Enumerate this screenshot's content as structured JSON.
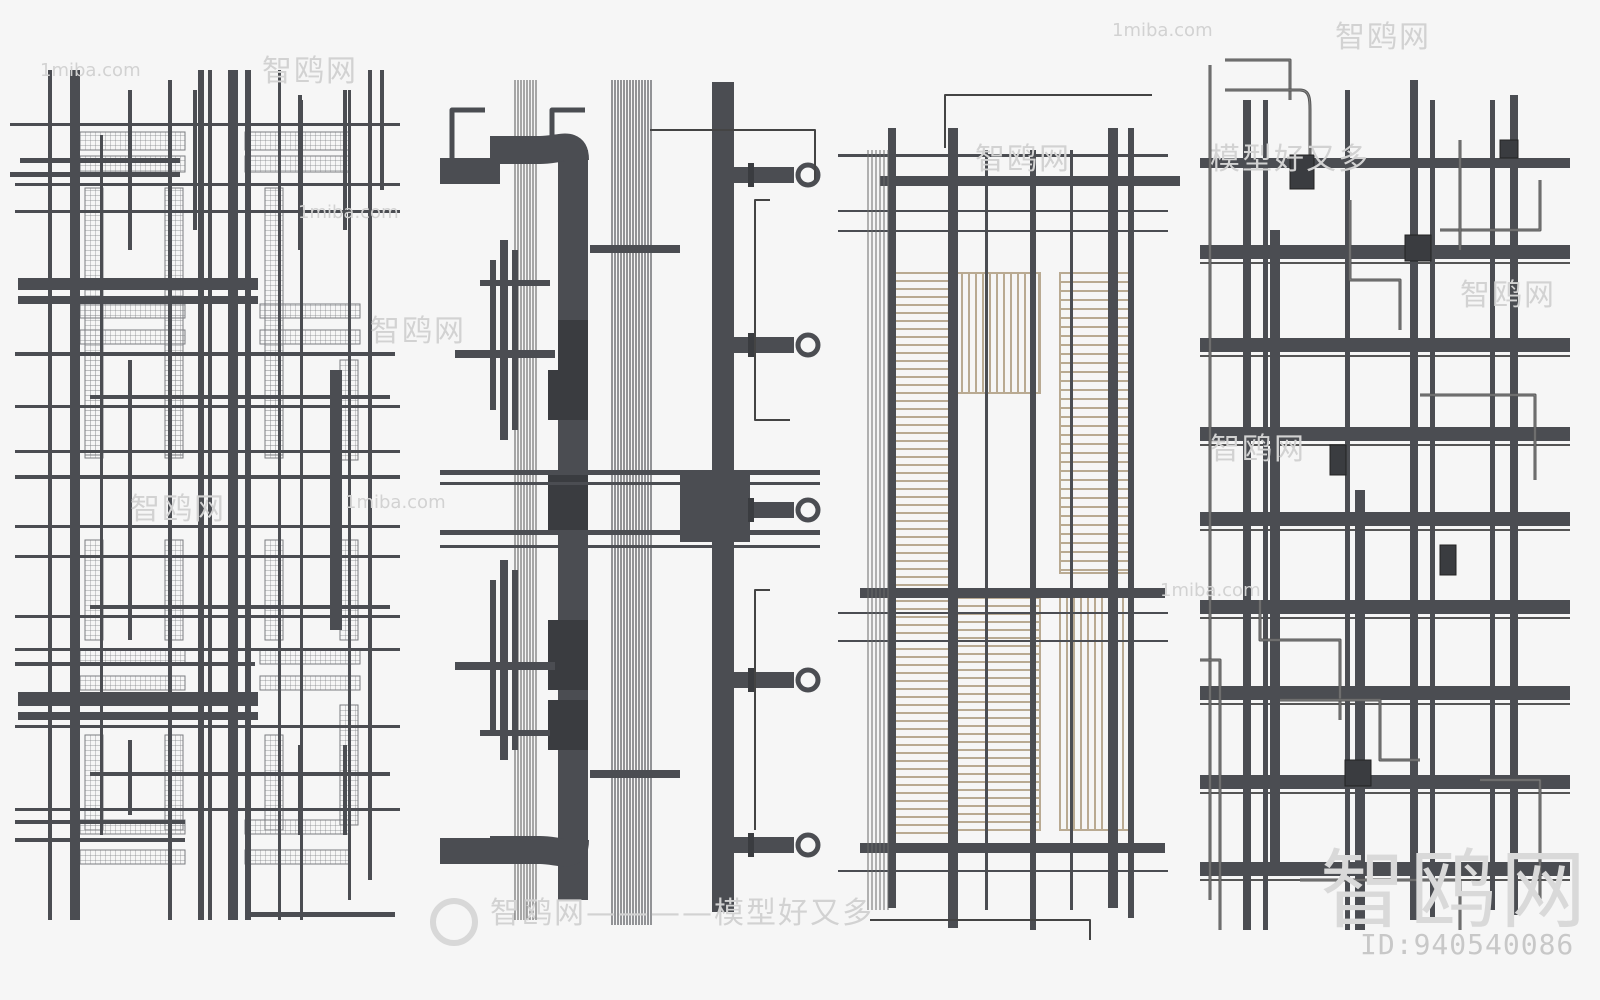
{
  "watermarks": {
    "domain_top": "1miba.com",
    "domain_left": "1miba.com",
    "domain_mid": "1miba.com",
    "domain_right": "1miba.com",
    "brand": "智鸥网",
    "slogan": "模型好又多",
    "slogan_left": "智鸥网————模型好又多",
    "big_brand": "智鸥网",
    "model_id": "ID:940540086"
  },
  "colors": {
    "pipe": "#4b4d52",
    "pipe_dark": "#3a3c40",
    "pipe_light": "#6a6c70",
    "mesh": "#8e9094",
    "tray": "#b9aa92",
    "background": "#f6f6f6"
  },
  "panels": [
    "pipe-rack-grid",
    "hvac-duct-stack",
    "cable-tray-frame",
    "ceiling-pipe-network"
  ]
}
